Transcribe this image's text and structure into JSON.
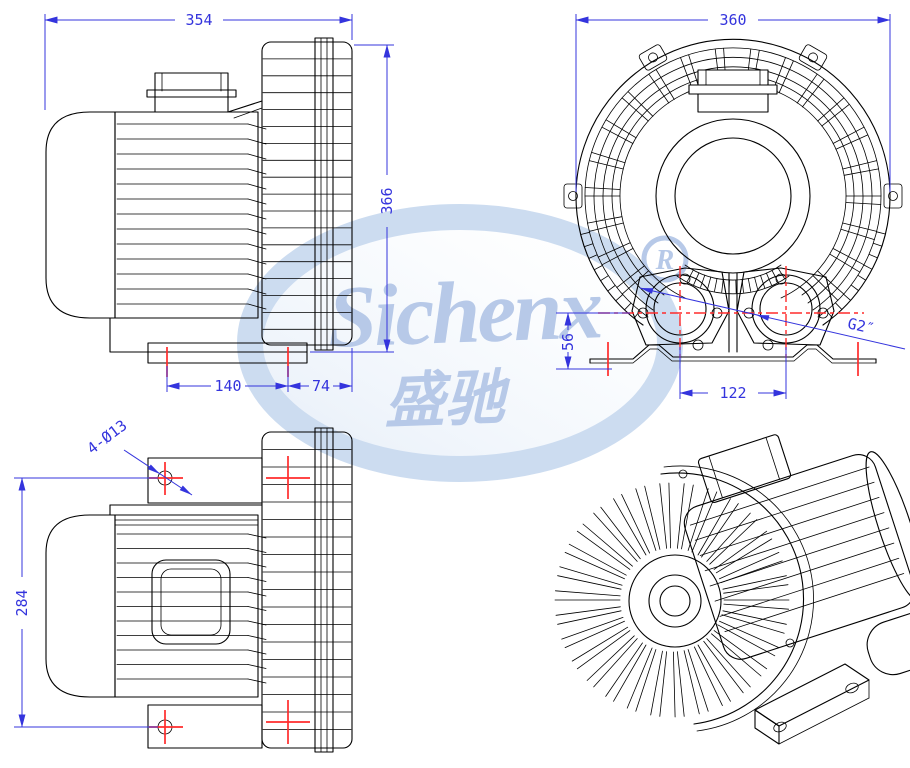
{
  "colors": {
    "background": "#ffffff",
    "line": "#000000",
    "dimension": "#3434dd",
    "centerline": "#ff2b2b",
    "watermark_ring": "#ccdcf0",
    "watermark_text": "#b7c9e8"
  },
  "watermark": {
    "brand": "Sichenx",
    "chinese": "盛驰",
    "registered": "®"
  },
  "dimensions": {
    "side_view": {
      "overall_width": "354",
      "overall_height": "366",
      "base_hole_spacing": "140",
      "base_edge_offset": "74"
    },
    "front_view": {
      "overall_width": "360",
      "port_center_to_foot": "56",
      "port_spacing": "122",
      "port_thread": "G2″"
    },
    "top_view": {
      "mounting_hole_note": "4-Ø13",
      "hole_span": "284"
    }
  }
}
